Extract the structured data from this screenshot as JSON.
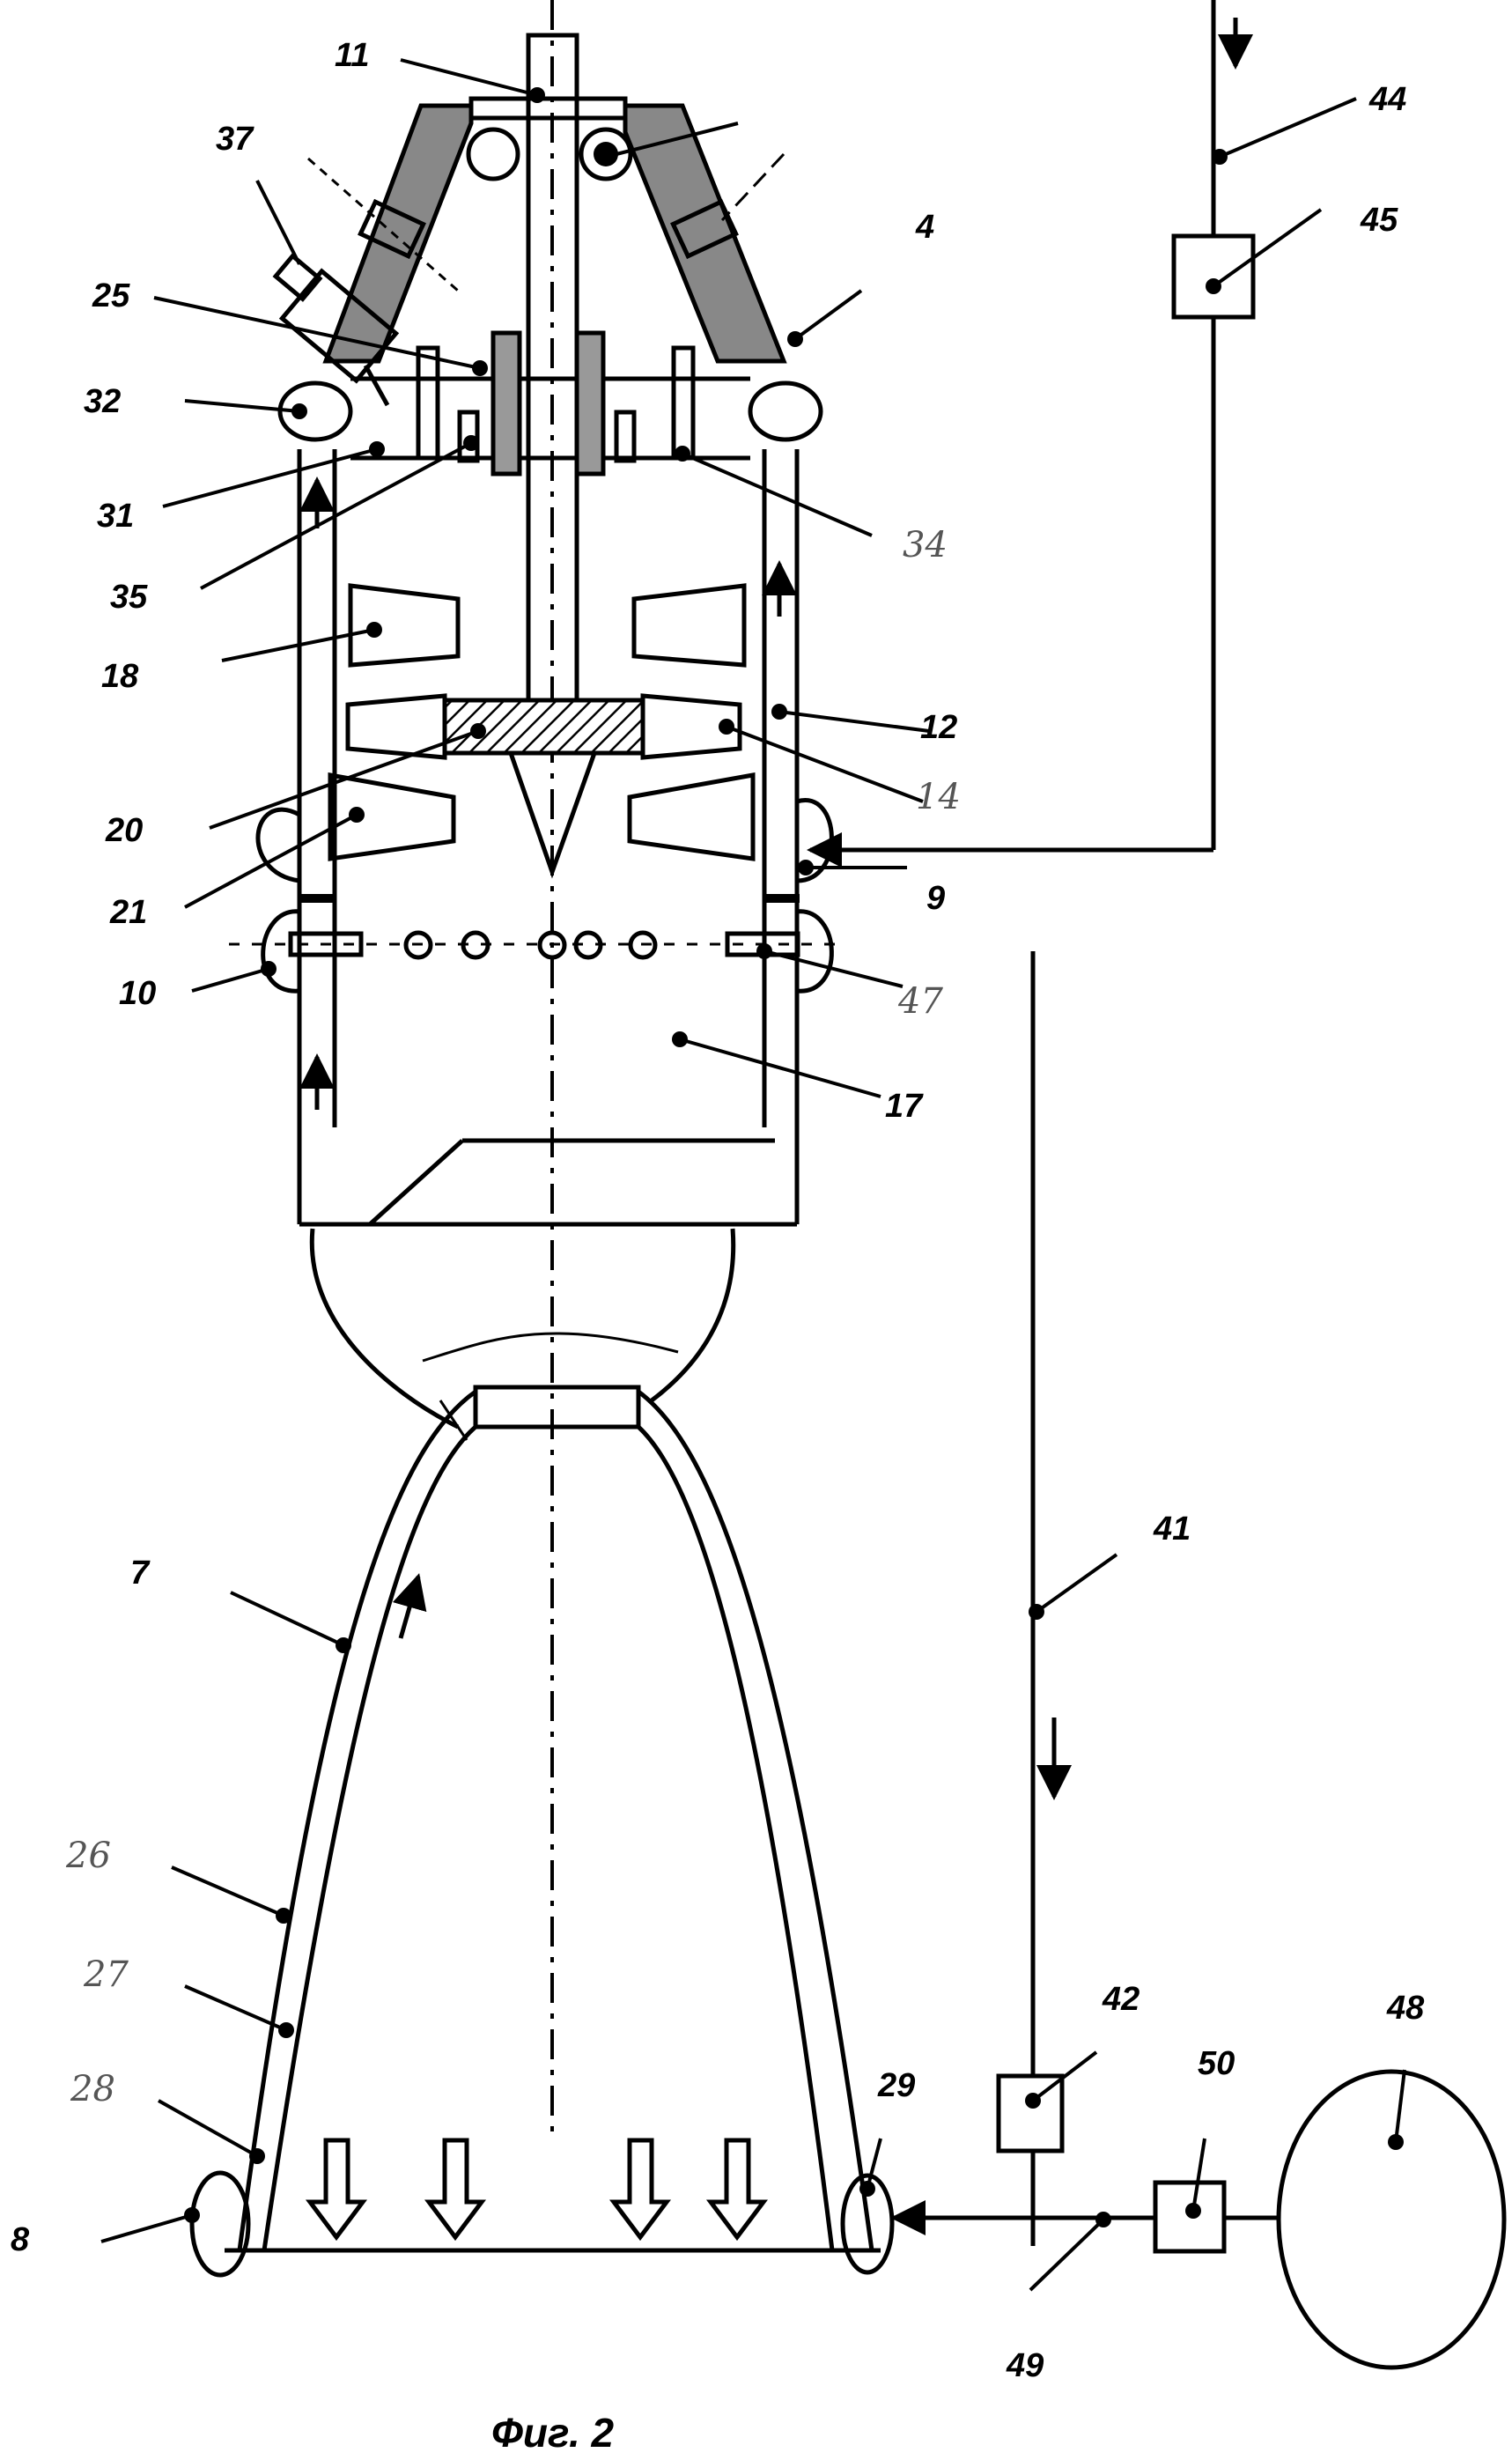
{
  "caption": "Фиг. 2",
  "labels": {
    "l4": "4",
    "l7": "7",
    "l8": "8",
    "l9": "9",
    "l10": "10",
    "l11": "11",
    "l12": "12",
    "l14": "14",
    "l17": "17",
    "l18": "18",
    "l20": "20",
    "l21": "21",
    "l25": "25",
    "l26": "26",
    "l27": "27",
    "l28": "28",
    "l29": "29",
    "l31": "31",
    "l32": "32",
    "l34": "34",
    "l35": "35",
    "l37": "37",
    "l41": "41",
    "l42": "42",
    "l44": "44",
    "l45": "45",
    "l47": "47",
    "l48": "48",
    "l49": "49",
    "l50": "50"
  }
}
